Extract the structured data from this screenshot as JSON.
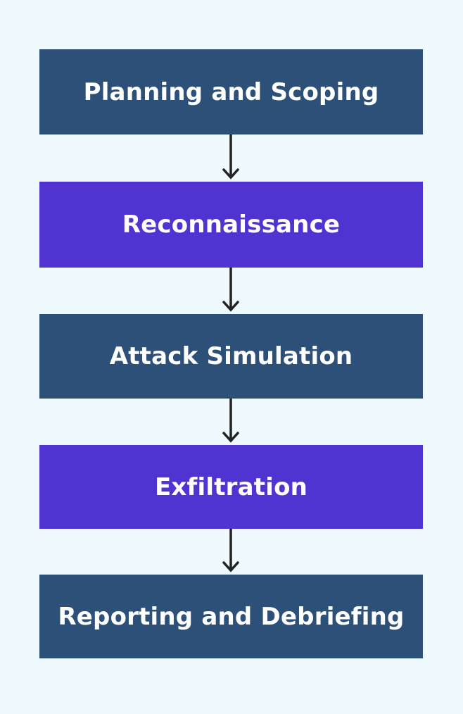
{
  "diagram": {
    "type": "flowchart",
    "direction": "top-to-bottom",
    "steps": [
      {
        "label": "Planning and Scoping",
        "color": "#2C5078"
      },
      {
        "label": "Reconnaissance",
        "color": "#5033D0"
      },
      {
        "label": "Attack Simulation",
        "color": "#2C5078"
      },
      {
        "label": "Exfiltration",
        "color": "#5033D0"
      },
      {
        "label": "Reporting and Debriefing",
        "color": "#2C5078"
      }
    ],
    "arrow_color": "#222222",
    "background": "#EEFAFD"
  }
}
